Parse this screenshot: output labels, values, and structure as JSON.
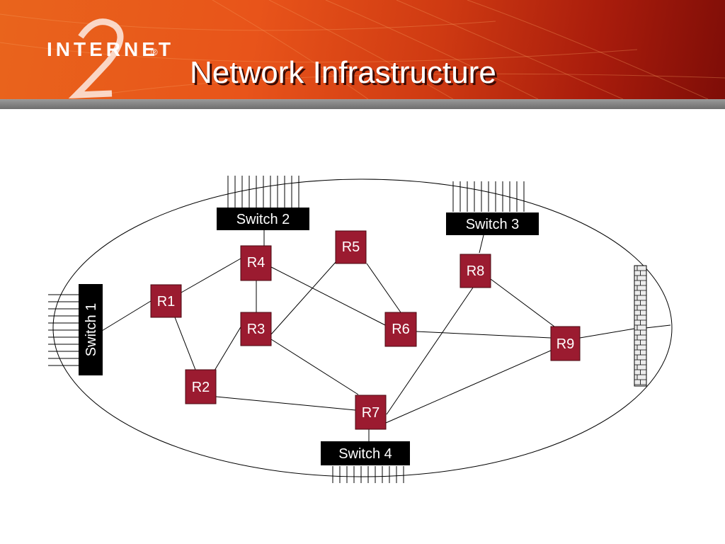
{
  "header": {
    "logo_text": "INTERNET",
    "logo_reg": "®",
    "logo_digit": "2",
    "title": "Network Infrastructure"
  },
  "diagram": {
    "routers": [
      {
        "id": "R1",
        "label": "R1"
      },
      {
        "id": "R2",
        "label": "R2"
      },
      {
        "id": "R3",
        "label": "R3"
      },
      {
        "id": "R4",
        "label": "R4"
      },
      {
        "id": "R5",
        "label": "R5"
      },
      {
        "id": "R6",
        "label": "R6"
      },
      {
        "id": "R7",
        "label": "R7"
      },
      {
        "id": "R8",
        "label": "R8"
      },
      {
        "id": "R9",
        "label": "R9"
      }
    ],
    "switches": [
      {
        "id": "S1",
        "label": "Switch 1"
      },
      {
        "id": "S2",
        "label": "Switch 2"
      },
      {
        "id": "S3",
        "label": "Switch 3"
      },
      {
        "id": "S4",
        "label": "Switch 4"
      }
    ],
    "links": [
      [
        "S1",
        "R1"
      ],
      [
        "R1",
        "R4"
      ],
      [
        "R1",
        "R2"
      ],
      [
        "R4",
        "R3"
      ],
      [
        "R4",
        "R6"
      ],
      [
        "R4",
        "S2"
      ],
      [
        "R2",
        "R3"
      ],
      [
        "R2",
        "R7"
      ],
      [
        "R3",
        "R5"
      ],
      [
        "R3",
        "R7"
      ],
      [
        "R5",
        "R6"
      ],
      [
        "R6",
        "R9"
      ],
      [
        "R8",
        "S3"
      ],
      [
        "R8",
        "R9"
      ],
      [
        "R8",
        "R7"
      ],
      [
        "R7",
        "R9"
      ],
      [
        "R7",
        "S4"
      ]
    ],
    "colors": {
      "router": "#9b1b30",
      "switch": "#000000",
      "firewall": "#e8e8e8"
    }
  }
}
